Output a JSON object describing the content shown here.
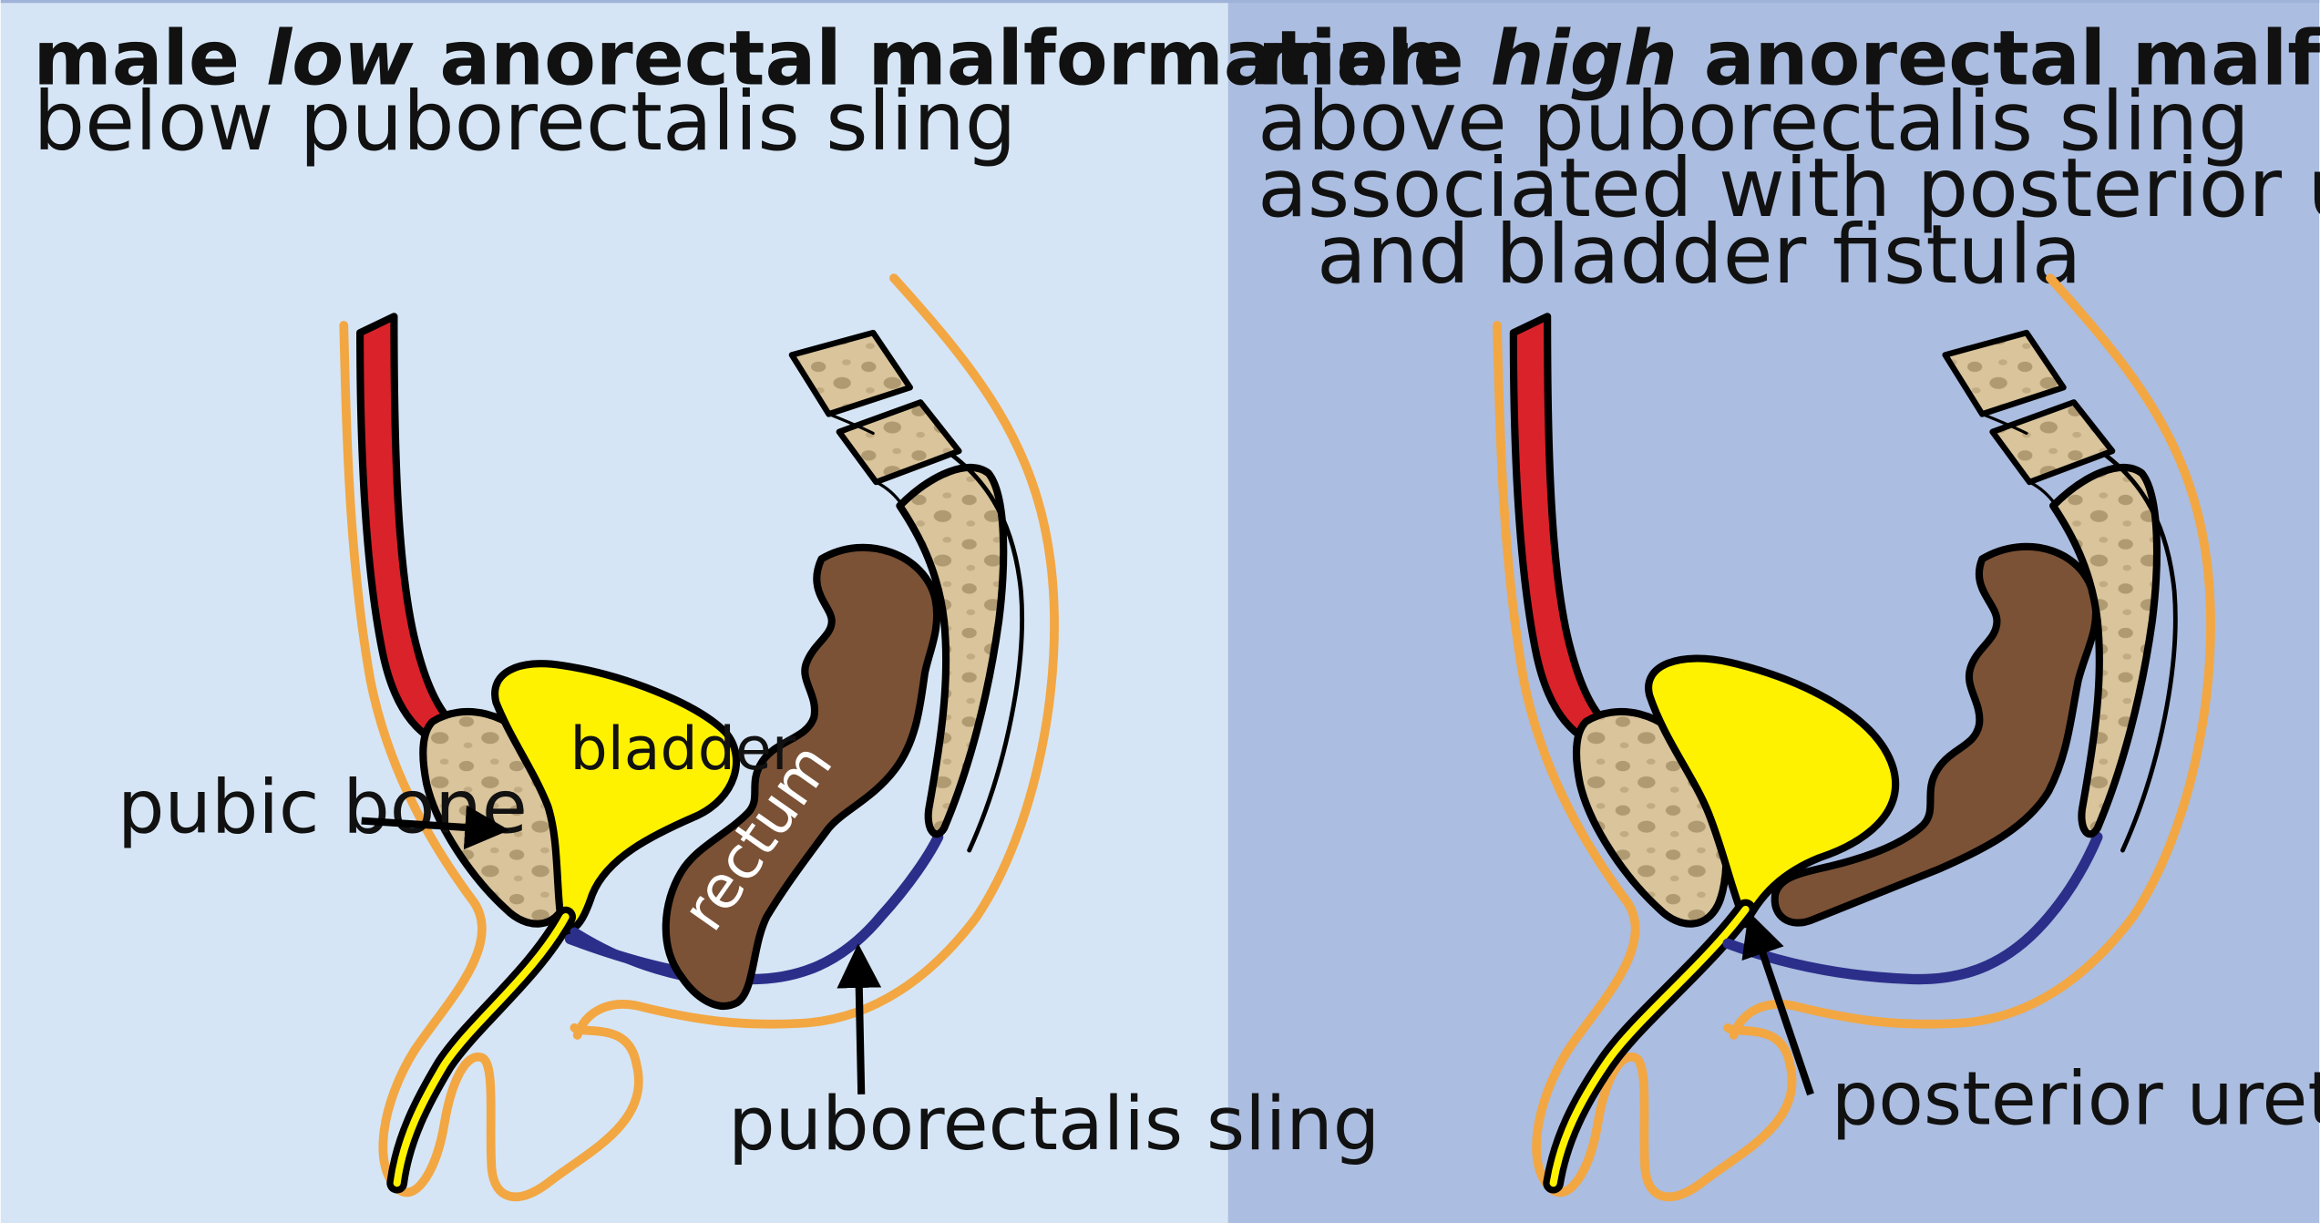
{
  "colors": {
    "left_panel_bg": "#d5e5f5",
    "right_panel_bg": "#abbde0",
    "skin": "#f2a743",
    "red_muscle": "#d9222a",
    "bone_fill": "#d9c49b",
    "bone_spots": "#b09a72",
    "bladder": "#fff200",
    "rectum": "#7b5236",
    "sling": "#2b2f8a",
    "outline": "#000000"
  },
  "panels": [
    {
      "id": "low",
      "title_prefix": "male ",
      "title_emphasis": "low",
      "title_suffix": " anorectal malformation",
      "subtitle_lines": [
        "below puborectalis sling"
      ],
      "labels": {
        "pubic_bone": "pubic bone",
        "bladder": "bladder",
        "rectum": "rectum",
        "puborectalis_sling": "puborectalis sling"
      }
    },
    {
      "id": "high",
      "title_prefix": "male ",
      "title_emphasis": "high",
      "title_suffix": " anorectal malformation",
      "subtitle_lines": [
        "above puborectalis sling",
        "associated with posterior urethral",
        "and bladder fistula"
      ],
      "labels": {
        "posterior_urethra": "posterior urethra"
      }
    }
  ]
}
